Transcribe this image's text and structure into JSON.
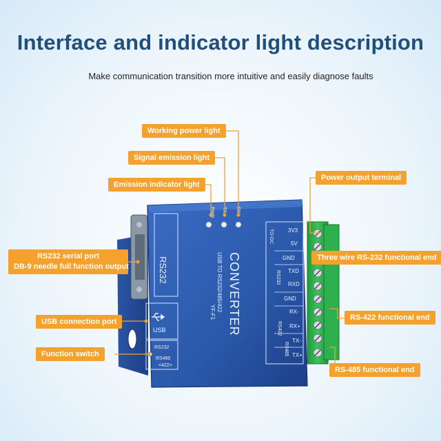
{
  "title": "Interface and indicator light description",
  "subtitle": "Make communication transition more intuitive and easily diagnose faults",
  "labels": {
    "working_power_light": "Working power light",
    "signal_emission_light": "Signal emission light",
    "emission_indicator_light": "Emission indicator light",
    "power_output_terminal": "Power output terminal",
    "rs232_serial_port_line1": "RS232 serial port",
    "rs232_serial_port_line2": "DB-9 needle full function output",
    "three_wire_rs232": "Three wire RS-232 functional end",
    "usb_connection_port": "USB connection port",
    "rs422_functional_end": "RS-422 functional end",
    "function_switch": "Function switch",
    "rs485_functional_end": "RS-485 functional end"
  },
  "device": {
    "model_name": "CONVERTER",
    "model_sub": "USB TO RS232/485/422",
    "model_code": "YF-F1",
    "port_label": "RS232",
    "usb_label": "USB",
    "switch_rs232": "RS232",
    "switch_rs485": "RS485",
    "switch_rs422": "<422>",
    "led_pwr": "PWR",
    "led_tx": "TX",
    "led_rx": "RX",
    "term_tocc": "TO-DC",
    "term_3v3": "3V3",
    "term_5v": "5V",
    "term_gnd1": "GND",
    "term_rs232": "RS232",
    "term_txd": "TXD",
    "term_rxd": "RXD",
    "term_gnd2": "GND",
    "term_rs422": "RS422",
    "term_rxm": "RX-",
    "term_rxp": "RX+",
    "term_rs485": "RS485",
    "term_txm": "TX-",
    "term_txp": "TX+"
  },
  "colors": {
    "accent": "#f5a12d",
    "title": "#1f4f7a",
    "device_body": "#2f5fb0",
    "terminal_block": "#28b04a"
  }
}
